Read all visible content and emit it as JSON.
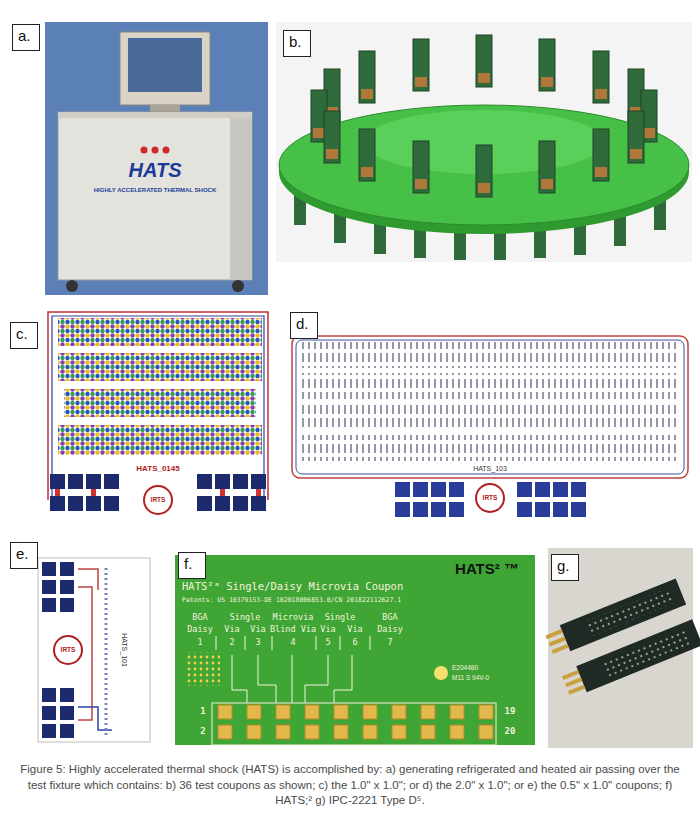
{
  "diagram": {
    "caption": "Figure 5: Highly accelerated thermal shock (HATS) is accomplished by: a) generating refrigerated and heated air passing over the test fixture which contains: b) 36 test coupons as shown; c) the 1.0\" x 1.0\"; or d) the 2.0\" x 1.0\"; or e) the 0.5\" x 1.0\" coupons; f) HATS;² g) IPC-2221 Type D⁵.",
    "nodes": [
      {
        "text": [
          "a."
        ]
      },
      {
        "text": [
          "b."
        ]
      },
      {
        "text": [
          "c."
        ]
      },
      {
        "text": [
          "d."
        ]
      },
      {
        "text": [
          "e."
        ]
      },
      {
        "text": [
          "f."
        ]
      },
      {
        "text": [
          "g."
        ]
      }
    ],
    "labels": [
      "HATS",
      "HIGHLY ACCELERATED THERMAL SHOCK",
      "HATS_0145",
      "IRTS",
      "HATS_103",
      "IRTS",
      "HATS_101",
      "IRTS",
      "HATS² ™",
      "HATS²ᵃ Single/Daisy Microvia Coupon",
      "Patents: US 10379153-DE 102018006853.0/CN 201822112627.1",
      "BGA",
      "Single",
      "Microvia",
      "Single",
      "BGA",
      "Daisy",
      "Via",
      "Via",
      "Blind Via",
      "Via",
      "Via",
      "Daisy",
      "1",
      "2",
      "3",
      "4",
      "5",
      "6",
      "7",
      "1",
      "2",
      "19",
      "20",
      "E204480",
      "M11 S 94V-0"
    ]
  }
}
